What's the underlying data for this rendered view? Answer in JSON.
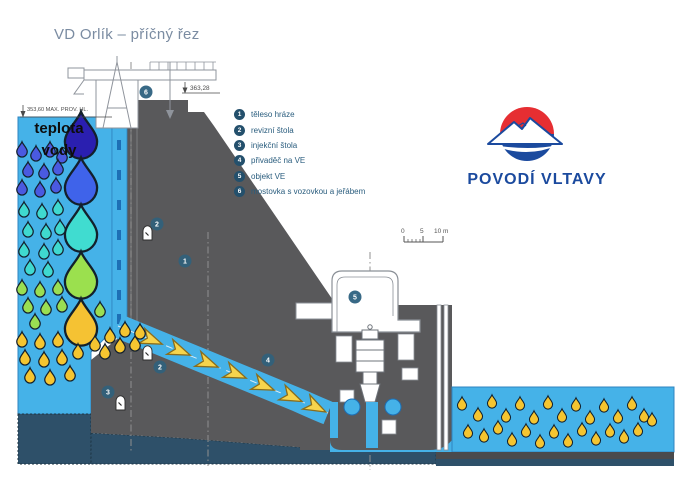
{
  "title": "VD Orlík – příčný řez",
  "legend": {
    "items": [
      {
        "num": "1",
        "label": "těleso hráze"
      },
      {
        "num": "2",
        "label": "revizní štola"
      },
      {
        "num": "3",
        "label": "injekční štola"
      },
      {
        "num": "4",
        "label": "přivaděč na VE"
      },
      {
        "num": "5",
        "label": "objekt VE"
      },
      {
        "num": "6",
        "label": "mostovka s vozovkou a jeřábem"
      }
    ]
  },
  "temperature_scale": {
    "label_line1": "teplota",
    "label_line2": "vody",
    "colors": [
      "#2a1fb0",
      "#3f63ea",
      "#40dcd0",
      "#9be04e",
      "#f5c233"
    ]
  },
  "elevations": {
    "max_operating_level": "353,60 MAX. PROV. HL.",
    "crest": "363,28"
  },
  "scale_bar": {
    "zero": "0",
    "five": "5",
    "ten": "10 m"
  },
  "logo": {
    "text": "POVODÍ VLTAVY",
    "red": "#e62e32",
    "blue": "#1b4a9e"
  },
  "diagram": {
    "markers": [
      {
        "num": "1"
      },
      {
        "num": "2"
      },
      {
        "num": "2"
      },
      {
        "num": "3"
      },
      {
        "num": "4"
      },
      {
        "num": "5"
      },
      {
        "num": "6"
      }
    ]
  },
  "colors": {
    "dam_gray": "#59595b",
    "water_blue": "#45b2e8",
    "foundation_navy": "#2e5069",
    "marker_navy": "#2d617f",
    "arrow_yellow": "#f6d44d",
    "title_gray": "#7b8ca2"
  }
}
